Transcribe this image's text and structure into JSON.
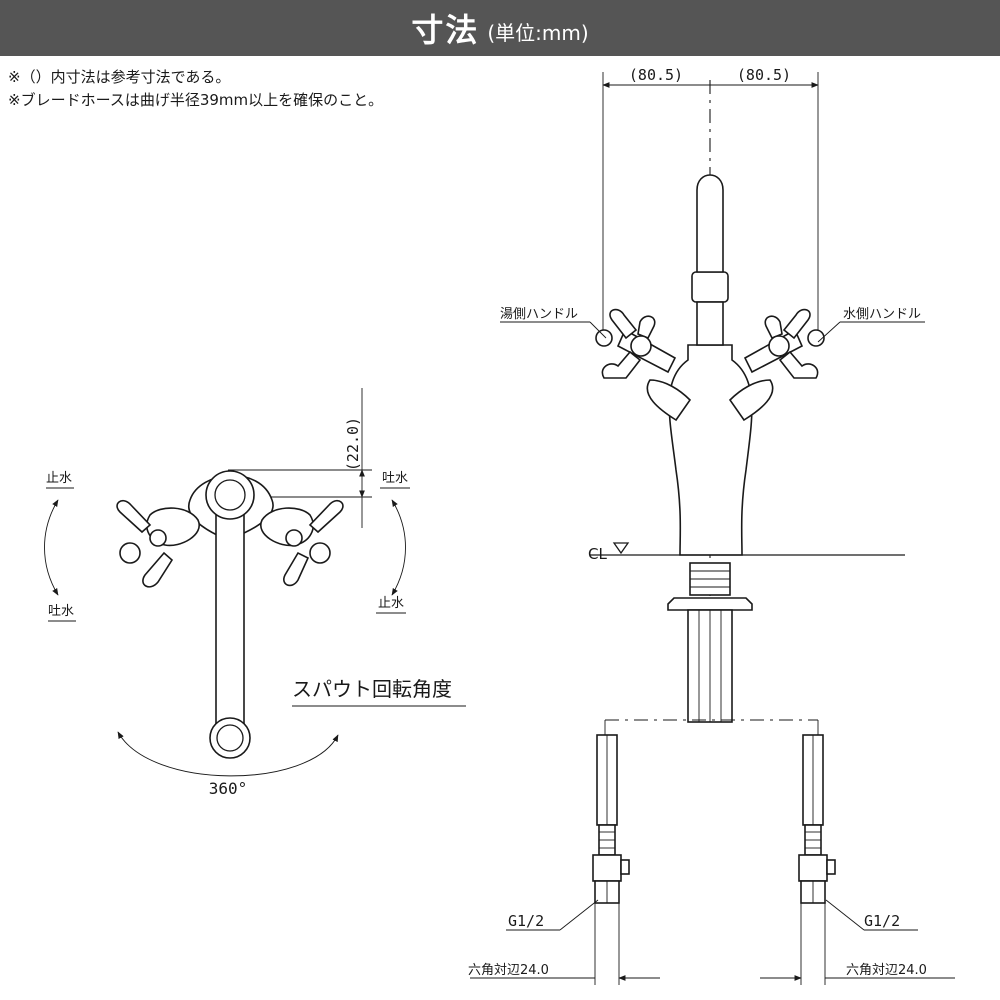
{
  "header": {
    "title": "寸法",
    "unit": "(単位:mm)"
  },
  "notes": [
    "※（）内寸法は参考寸法である。",
    "※ブレードホースは曲げ半径39mm以上を確保のこと。"
  ],
  "front_view": {
    "dim_left": "(80.5)",
    "dim_right": "(80.5)",
    "hot_handle": "湯側ハンドル",
    "cold_handle": "水側ハンドル",
    "cl": "CL",
    "thread_left": "G1/2",
    "thread_right": "G1/2",
    "hex_left": "六角対辺24.0",
    "hex_right": "六角対辺24.0"
  },
  "top_view": {
    "dim_vertical": "(22.0)",
    "left_stop": "止水",
    "left_discharge": "吐水",
    "right_discharge": "吐水",
    "right_stop": "止水",
    "spout_rotation": "スパウト回転角度",
    "angle": "360°"
  }
}
